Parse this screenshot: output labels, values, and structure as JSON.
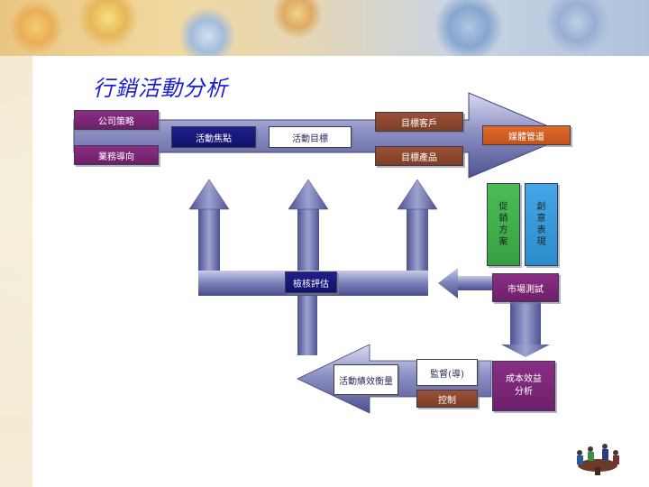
{
  "title": "行銷活動分析",
  "boxes": {
    "company_strategy": "公司策略",
    "business_direction": "業務導向",
    "activity_focus": "活動焦點",
    "activity_goal": "活動目標",
    "target_customer": "目標客戶",
    "target_product": "目標產品",
    "media_channel": "媒體管道",
    "promotion_plan": [
      "促",
      "銷",
      "方",
      "案"
    ],
    "creative_expression": [
      "創",
      "意",
      "表",
      "現"
    ],
    "review_evaluation": "檢核評估",
    "market_test": "市場測試",
    "activity_performance": "活動績效衡量",
    "monitoring": "監督(導)",
    "control": "控制",
    "cost_benefit": "成本效益分析"
  },
  "colors": {
    "title": "#1a1adb",
    "flow": "#5b5f99",
    "purple": "#7a2674",
    "navy": "#17177a",
    "orange": "#d15e22",
    "brown": "#8a4630",
    "green": "#3fae4a",
    "blue": "#3399d9"
  }
}
